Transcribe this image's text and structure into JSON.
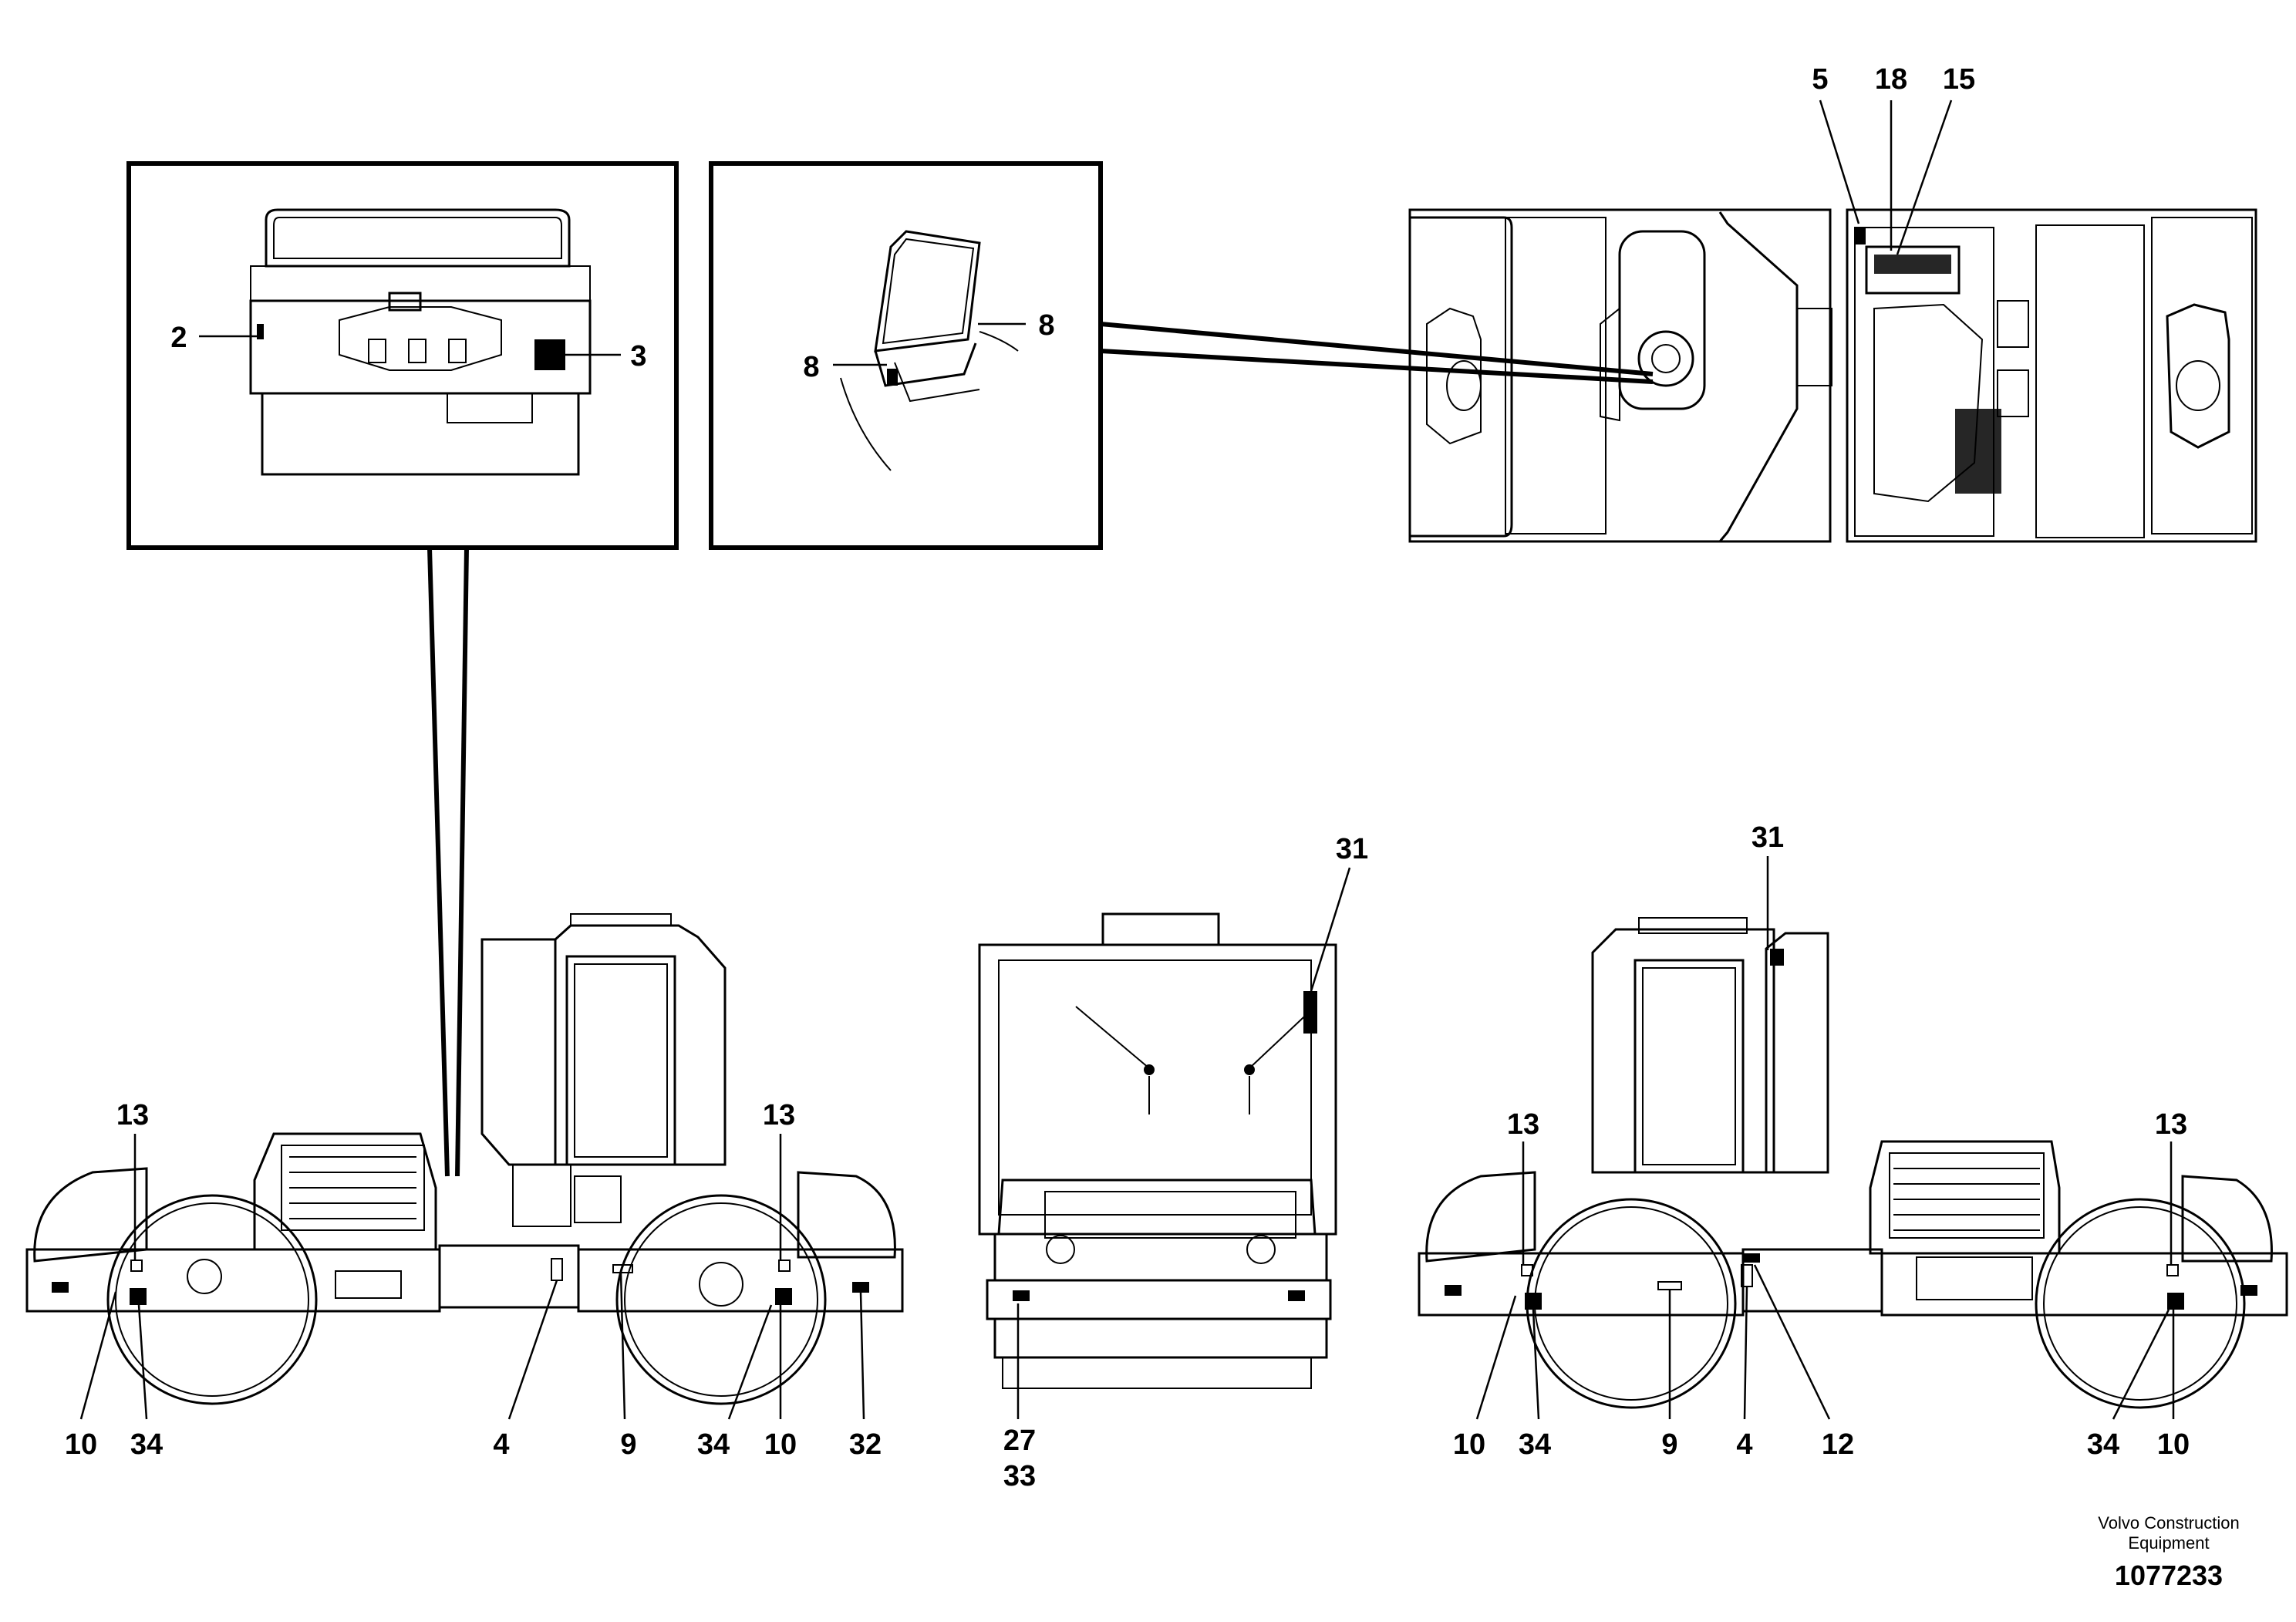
{
  "callouts": {
    "top_view": [
      "5",
      "18",
      "15"
    ],
    "detail_cab_top": [
      "2",
      "3"
    ],
    "detail_seat": [
      "8",
      "8"
    ],
    "left_side_view": [
      "13",
      "13",
      "10",
      "34",
      "4",
      "9",
      "34",
      "10",
      "32"
    ],
    "front_view": [
      "31",
      "27",
      "33"
    ],
    "right_side_view": [
      "31",
      "13",
      "13",
      "10",
      "34",
      "9",
      "4",
      "12",
      "34",
      "10"
    ]
  },
  "footer": {
    "company_line1": "Volvo Construction",
    "company_line2": "Equipment",
    "drawing_number": "1077233"
  }
}
